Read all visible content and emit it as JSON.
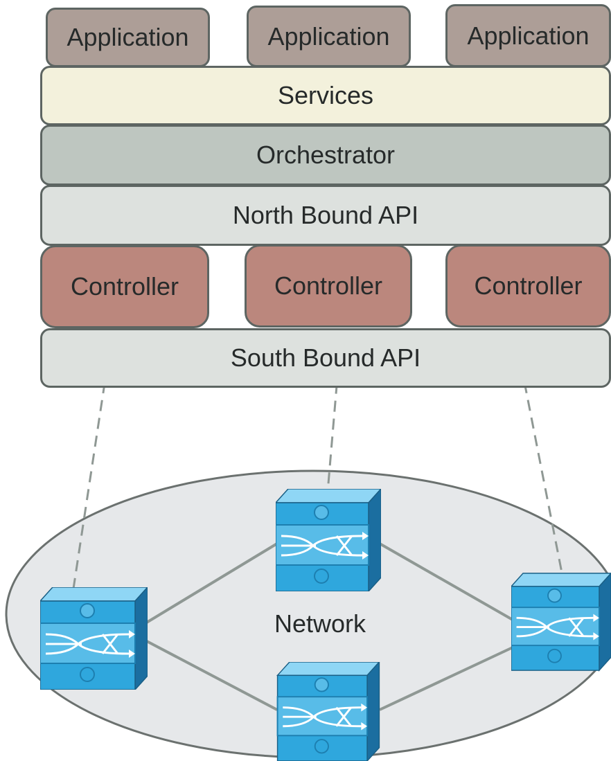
{
  "layers": {
    "applications": [
      "Application",
      "Application",
      "Application"
    ],
    "services": "Services",
    "orchestrator": "Orchestrator",
    "north_api": "North Bound API",
    "controllers": [
      "Controller",
      "Controller",
      "Controller"
    ],
    "south_api": "South Bound API"
  },
  "network": {
    "label": "Network",
    "switches": [
      "switch",
      "switch",
      "switch",
      "switch"
    ]
  },
  "colors": {
    "application": "#ad9e97",
    "services": "#f3f1dc",
    "orchestrator": "#bec6c0",
    "api": "#dde1de",
    "controller": "#bb877d",
    "network_fill": "#e6e8ea",
    "switch": "#2fa7dd"
  }
}
